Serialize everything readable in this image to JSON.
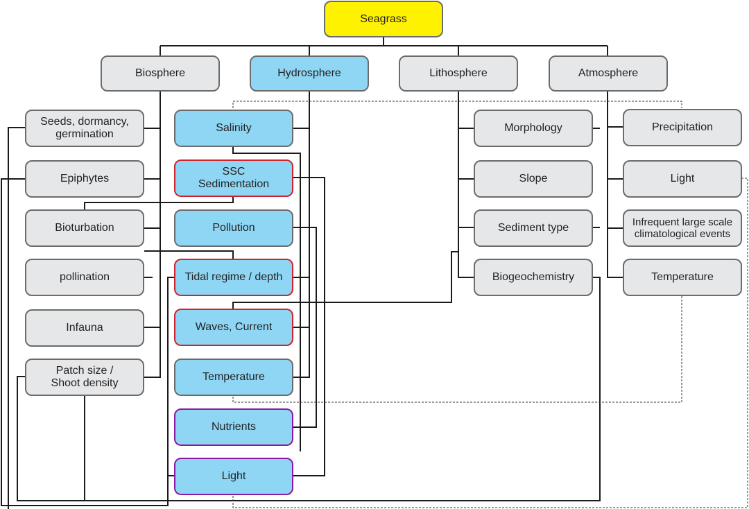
{
  "root": {
    "label": "Seagrass",
    "color": "#fff200"
  },
  "spheres": {
    "biosphere": "Biosphere",
    "hydrosphere": "Hydrosphere",
    "lithosphere": "Lithosphere",
    "atmosphere": "Atmosphere"
  },
  "biosphere_items": {
    "seeds": "Seeds, dormancy,\ngermination",
    "epiphytes": "Epiphytes",
    "bioturbation": "Bioturbation",
    "pollination": "pollination",
    "infauna": "Infauna",
    "patch": "Patch size /\nShoot density"
  },
  "hydrosphere_items": {
    "salinity": "Salinity",
    "ssc": "SSC\nSedimentation",
    "pollution": "Pollution",
    "tidal": "Tidal regime / depth",
    "waves": "Waves, Current",
    "temperature": "Temperature",
    "nutrients": "Nutrients",
    "light": "Light"
  },
  "lithosphere_items": {
    "morphology": "Morphology",
    "slope": "Slope",
    "sediment": "Sediment  type",
    "biogeochem": "Biogeochemistry"
  },
  "atmosphere_items": {
    "precipitation": "Precipitation",
    "light": "Light",
    "infrequent": "Infrequent large scale\nclimatological events",
    "temperature": "Temperature"
  },
  "colors": {
    "grey_box": "#e6e7e9",
    "blue_box": "#8fd6f5",
    "red_border": "#d0232b",
    "purple_border": "#8a1aa3",
    "line": "#1a1a1a"
  }
}
